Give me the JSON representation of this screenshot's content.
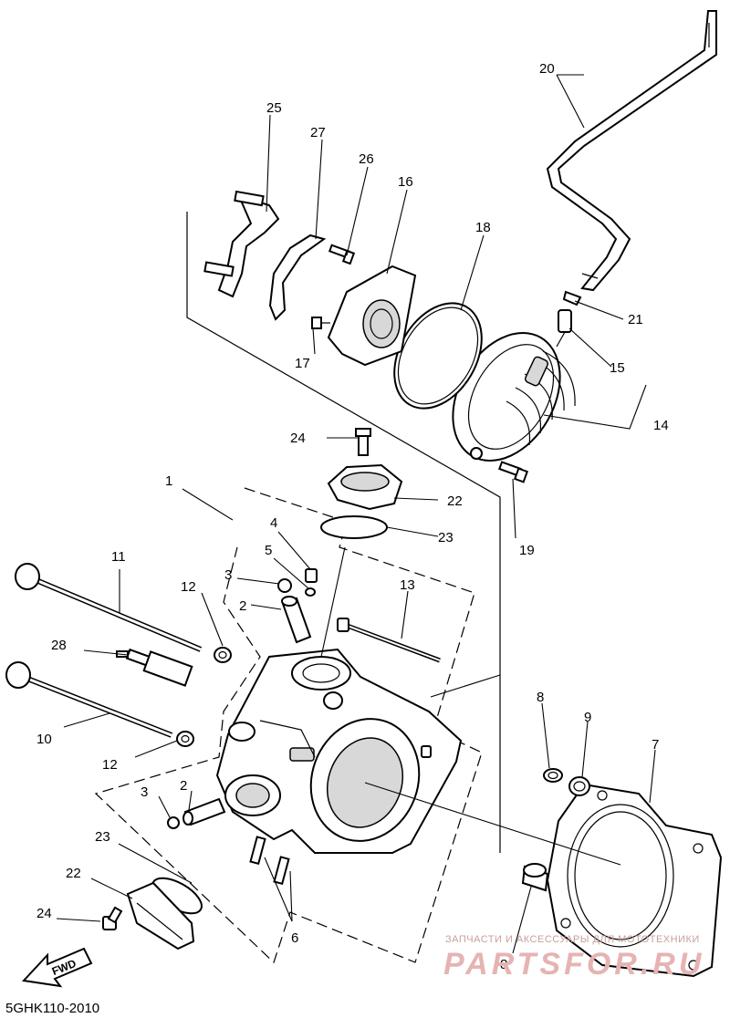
{
  "diagram_code": "5GHK110-2010",
  "watermark": {
    "tagline": "ЗАПЧАСТИ И АКСЕССУАРЫ ДЛЯ МОТОТЕХНИКИ",
    "brand": "PARTSFOR.RU"
  },
  "fwd_label": "FWD",
  "callouts": [
    "1",
    "2",
    "2",
    "3",
    "3",
    "4",
    "5",
    "6",
    "7",
    "8",
    "8",
    "9",
    "10",
    "11",
    "12",
    "12",
    "13",
    "14",
    "15",
    "16",
    "17",
    "18",
    "19",
    "20",
    "21",
    "22",
    "22",
    "23",
    "23",
    "24",
    "24",
    "25",
    "26",
    "27",
    "28"
  ]
}
